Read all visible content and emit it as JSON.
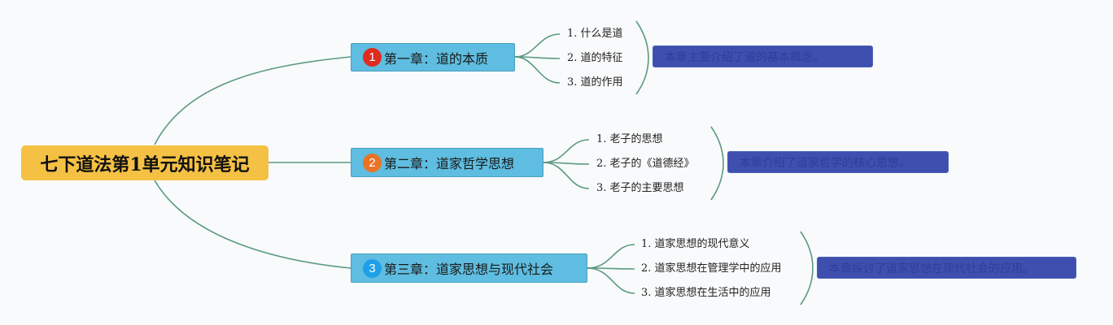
{
  "root": {
    "label": "七下道法第1单元知识笔记"
  },
  "chapters": [
    {
      "number": "1",
      "title": "第一章：道的本质",
      "subtopics": [
        "1. 什么是道",
        "2. 道的特征",
        "3. 道的作用"
      ],
      "note": "本章主要介绍了道的基本概念。"
    },
    {
      "number": "2",
      "title": "第二章：道家哲学思想",
      "subtopics": [
        "1. 老子的思想",
        "2. 老子的《道德经》",
        "3. 老子的主要思想"
      ],
      "note": "本章介绍了道家哲学的核心思想。"
    },
    {
      "number": "3",
      "title": "第三章：道家思想与现代社会",
      "subtopics": [
        "1. 道家思想的现代意义",
        "2. 道家思想在管理学中的应用",
        "3. 道家思想在生活中的应用"
      ],
      "note": "本章探讨了道家思想在现代社会的应用。"
    }
  ],
  "colors": {
    "root_fill": "#f5c144",
    "chapter_fill": "#5ebde0",
    "note_fill": "#3e4faf",
    "connector": "#5a9a82",
    "badge_1": "#e02b1f",
    "badge_2": "#ea7324",
    "badge_3": "#1f9fe8"
  }
}
